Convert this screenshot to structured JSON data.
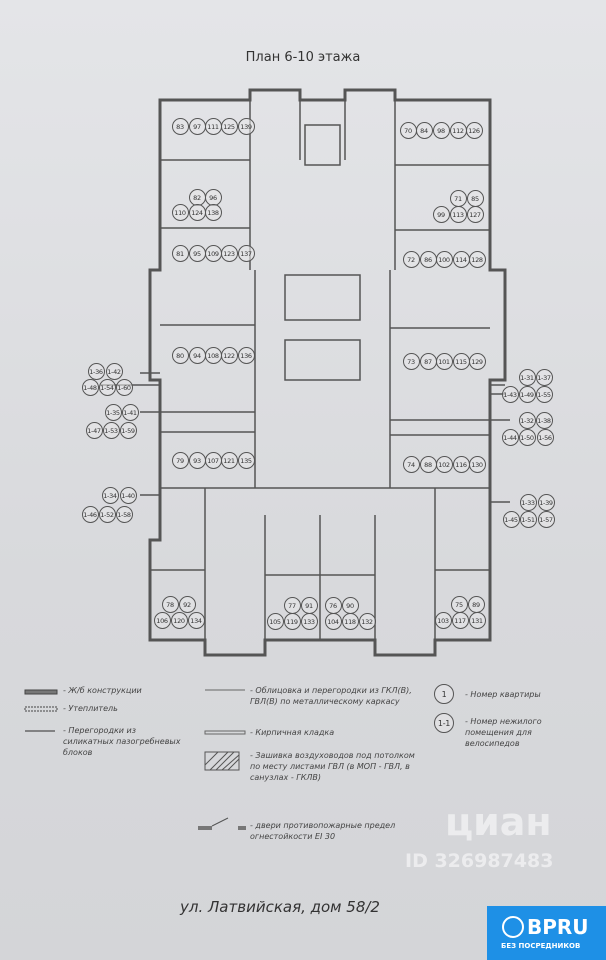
{
  "title": "План 6-10 этажа",
  "address": "ул. Латвийская, дом 58/2",
  "apartments": {
    "g1": [
      "83",
      "97",
      "111",
      "125",
      "139"
    ],
    "g2a": [
      "82",
      "96"
    ],
    "g2b": [
      "110",
      "124",
      "138"
    ],
    "g3": [
      "81",
      "95",
      "109",
      "123",
      "137"
    ],
    "g4": [
      "80",
      "94",
      "108",
      "122",
      "136"
    ],
    "g5": [
      "79",
      "93",
      "107",
      "121",
      "135"
    ],
    "g6a": [
      "78",
      "92"
    ],
    "g6b": [
      "106",
      "120",
      "134"
    ],
    "g7a": [
      "77",
      "91"
    ],
    "g7b": [
      "105",
      "119",
      "133"
    ],
    "g8a": [
      "76",
      "90"
    ],
    "g8b": [
      "104",
      "118",
      "132"
    ],
    "g9a": [
      "75",
      "89"
    ],
    "g9b": [
      "103",
      "117",
      "131"
    ],
    "r1": [
      "70",
      "84",
      "98",
      "112",
      "126"
    ],
    "r2a": [
      "71",
      "85"
    ],
    "r2b": [
      "99",
      "113",
      "127"
    ],
    "r3": [
      "72",
      "86",
      "100",
      "114",
      "128"
    ],
    "r4": [
      "73",
      "87",
      "101",
      "115",
      "129"
    ],
    "r5": [
      "74",
      "88",
      "102",
      "116",
      "130"
    ]
  },
  "bike_rooms": {
    "l1a": [
      "1-36",
      "1-42"
    ],
    "l1b": [
      "1-48",
      "1-54",
      "1-60"
    ],
    "l2a": [
      "1-35",
      "1-41"
    ],
    "l2b": [
      "1-47",
      "1-53",
      "1-59"
    ],
    "l3a": [
      "1-34",
      "1-40"
    ],
    "l3b": [
      "1-46",
      "1-52",
      "1-58"
    ],
    "r1a": [
      "1-31",
      "1-37"
    ],
    "r1b": [
      "1-43",
      "1-49",
      "1-55"
    ],
    "r2a": [
      "1-32",
      "1-38"
    ],
    "r2b": [
      "1-44",
      "1-50",
      "1-56"
    ],
    "r3a": [
      "1-33",
      "1-39"
    ],
    "r3b": [
      "1-45",
      "1-51",
      "1-57"
    ]
  },
  "legend": {
    "rc": "- Ж/б конструкции",
    "insulation": "- Утеплитель",
    "partitions": "- Перегородки из силикатных пазогребневых блоков",
    "gkl": "- Облицовка и перегородки из ГКЛ(В), ГВЛ(В) по металлическому каркасу",
    "brick": "- Кирпичная кладка",
    "ducts": "- Зашивка воздуховодов под потолком по месту листами ГВЛ (в МОП - ГВЛ, в санузлах - ГКЛВ)",
    "doors": "- двери противопожарные предел огнестойкости EI 30",
    "apt_sample": "1",
    "apt_desc": "- Номер квартиры",
    "bike_sample": "1-1",
    "bike_desc": "- Номер нежилого помещения для велосипедов"
  },
  "watermark": {
    "brand": "циан",
    "id": "ID 326987483"
  },
  "badge": {
    "name": "BPRU",
    "tagline": "БЕЗ ПОСРЕДНИКОВ"
  }
}
